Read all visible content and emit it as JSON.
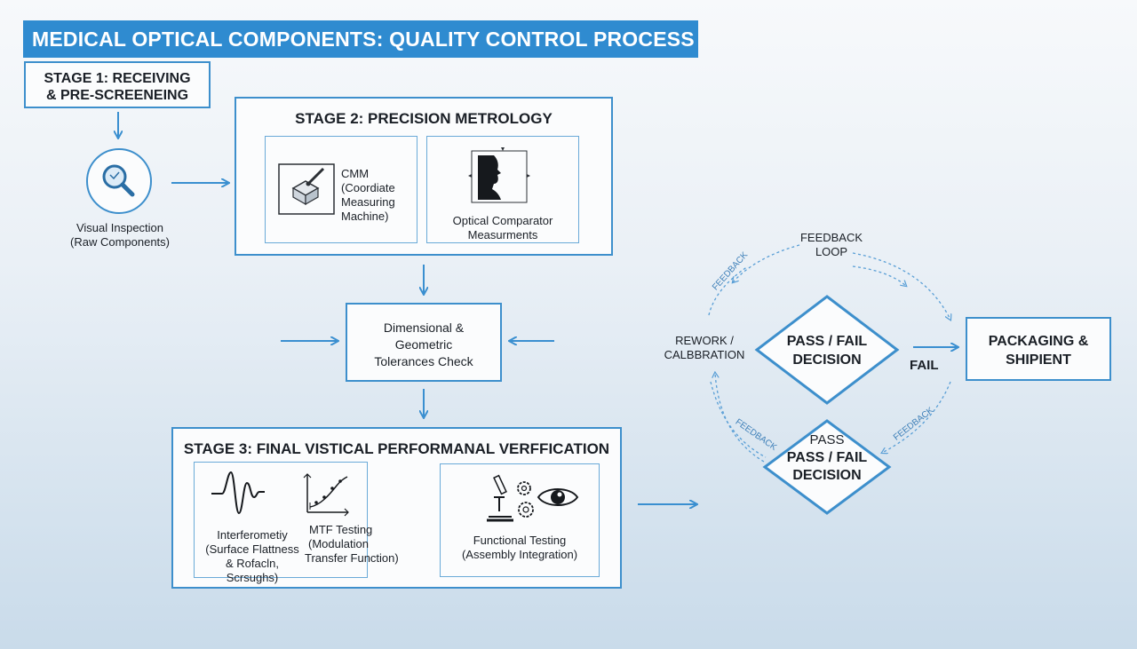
{
  "title": "MEDICAL OPTICAL COMPONENTS: QUALITY CONTROL PROCESS",
  "stage1": {
    "title_line1": "STAGE 1: RECEIVING",
    "title_line2": "& PRE-SCREENEING",
    "visual_line1": "Visual Inspection",
    "visual_line2": "(Raw Components)"
  },
  "stage2": {
    "title": "STAGE 2: PRECISION METROLOGY",
    "cmm_lines": [
      "CMM",
      "(Coordiate",
      "Measuring",
      "Machine)"
    ],
    "comparator_line1": "Optical Comparator",
    "comparator_line2": "Measurments"
  },
  "tolerances": {
    "line1": "Dimensional &",
    "line2": "Geometric",
    "line3": "Tolerances Check"
  },
  "stage3": {
    "title": "STAGE 3: FINAL VISTICAL PERFORMANAL VERFFICATION",
    "interf_line1": "Interferometiy",
    "interf_line2": "(Surface Flattness",
    "interf_line3": "& Rofacln, Scrsughs)",
    "mtf_line1": "MTF Testing",
    "mtf_line2": "(Modulation",
    "mtf_line3": "Transfer Function)",
    "func_line1": "Functional Testing",
    "func_line2": "(Assembly Integration)"
  },
  "loop": {
    "feedback_line1": "FEEDBACK",
    "feedback_line2": "LOOP",
    "rework_line1": "REWORK /",
    "rework_line2": "CALBBRATION",
    "decision1_line1": "PASS / FAIL",
    "decision1_line2": "DECISION",
    "fail_label": "FAIL",
    "decision2_line1": "PASS",
    "decision2_line2": "PASS / FAIL",
    "decision2_line3": "DECISION",
    "rot_tl": "FEEDBACK",
    "rot_bl": "FEEDBACK",
    "rot_br": "FEEDBACK"
  },
  "packaging": {
    "line1": "PACKAGING &",
    "line2": "SHIPIENT"
  },
  "colors": {
    "accent": "#2f8bd0",
    "border": "#3d8fcc",
    "arrow": "#3a8fd0"
  },
  "icons": [
    "magnifier-icon",
    "cmm-probe-icon",
    "profile-silhouette-icon",
    "wave-icon",
    "mtf-graph-icon",
    "microscope-gears-icon",
    "eye-icon"
  ]
}
